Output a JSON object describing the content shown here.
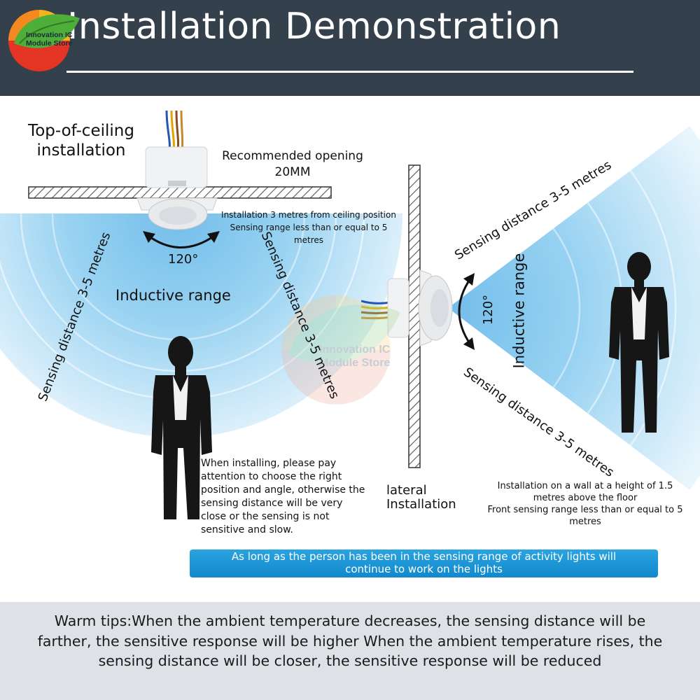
{
  "header": {
    "title": "Installation Demonstration",
    "logo_lines": [
      "Innovation IC",
      "Module Store"
    ]
  },
  "ceiling": {
    "heading_lines": [
      "Top-of-ceiling",
      "installation"
    ],
    "opening_lines": [
      "Recommended opening",
      "20MM"
    ],
    "note_lines": [
      "Installation 3 metres from ceiling position",
      "Sensing range less than or equal to 5",
      "metres"
    ],
    "angle": "120°",
    "range_label": "Inductive range",
    "sensing_left": "Sensing distance 3-5 metres",
    "sensing_right": "Sensing distance 3-5 metres",
    "caution_lines": [
      "When installing, please pay",
      "attention to choose the right",
      "position and angle, otherwise the",
      "sensing distance will be very",
      "close or the sensing is not",
      "sensitive and slow."
    ]
  },
  "lateral": {
    "heading_lines": [
      "lateral",
      "Installation"
    ],
    "angle": "120°",
    "range_label": "Inductive range",
    "sensing_top": "Sensing distance 3-5 metres",
    "sensing_bottom": "Sensing distance 3-5 metres",
    "note_lines": [
      "Installation on a wall at a height of 1.5",
      "metres above the floor",
      "Front sensing range less than or equal to 5",
      "metres"
    ]
  },
  "watermark_lines": [
    "Innovation IC",
    "Module Store"
  ],
  "banner_lines": [
    "As long as the person has been in the sensing range of activity lights will",
    "continue to work on the lights"
  ],
  "tips_lines": [
    "Warm tips:When the ambient temperature decreases, the sensing distance will be",
    "farther, the sensitive response will be higher When the ambient temperature rises, the",
    "sensing distance will be closer, the sensitive response will be reduced"
  ],
  "colors": {
    "header_bg": "#34404c",
    "beam": "#7fc4ec",
    "banner": "#1c96d6",
    "tips_bg": "#dee2e7"
  }
}
